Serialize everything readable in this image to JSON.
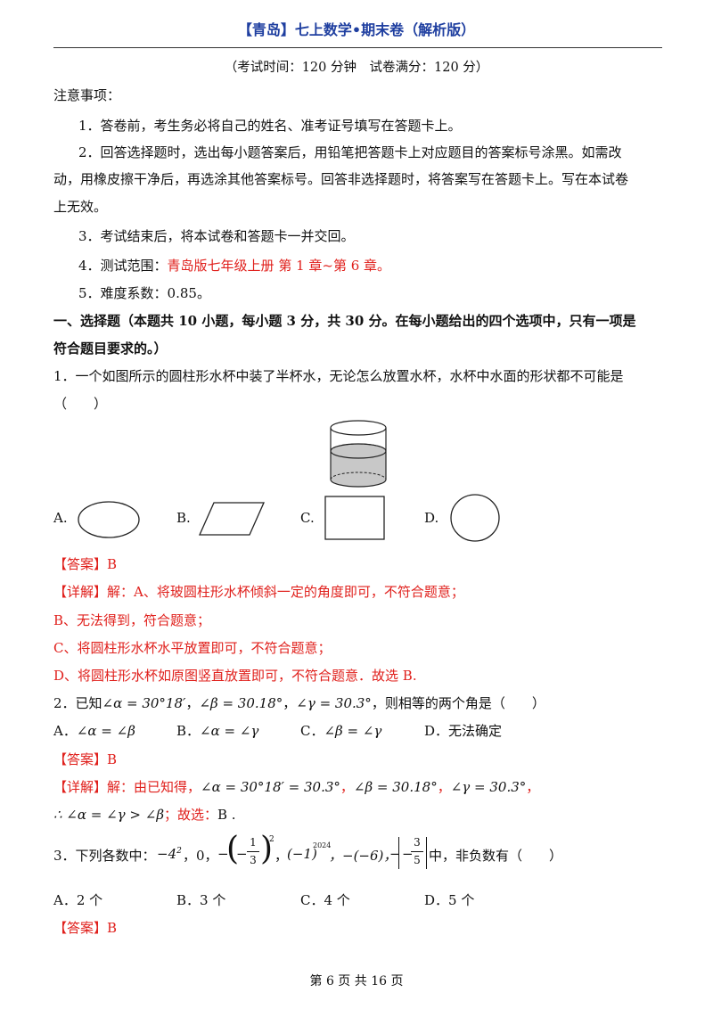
{
  "header": {
    "title": "【青岛】七上数学•期末卷（解析版）"
  },
  "exam_info": "（考试时间：120 分钟　试卷满分：120 分）",
  "notes": {
    "title": "注意事项：",
    "items": [
      "1．答卷前，考生务必将自己的姓名、准考证号填写在答题卡上。",
      "2．回答选择题时，选出每小题答案后，用铅笔把答题卡上对应题目的答案标号涂黑。如需改",
      "动，用橡皮擦干净后，再选涂其他答案标号。回答非选择题时，将答案写在答题卡上。写在本试卷",
      "上无效。",
      "3．考试结束后，将本试卷和答题卡一并交回。"
    ],
    "item4_prefix": "4．测试范围：",
    "item4_value": "青岛版七年级上册  第 1 章~第 6 章。",
    "item5": "5．难度系数：0.85。"
  },
  "section1": {
    "line1": "一、选择题（本题共 10 小题，每小题 3 分，共 30 分。在每小题给出的四个选项中，只有一项是",
    "line2": "符合题目要求的。）"
  },
  "q1": {
    "line1": "1．一个如图所示的圆柱形水杯中装了半杯水，无论怎么放置水杯，水杯中水面的形状都不可能是",
    "line2": "（　　）",
    "options": [
      "A.",
      "B.",
      "C.",
      "D."
    ],
    "answer": "【答案】B",
    "detail": [
      "【详解】解：A、将玻圆柱形水杯倾斜一定的角度即可，不符合题意；",
      "B、无法得到，符合题意；",
      "C、将圆柱形水杯水平放置即可，不符合题意；",
      "D、将圆柱形水杯如原图竖直放置即可，不符合题意．故选 B."
    ]
  },
  "q2": {
    "pre": "2．已知",
    "a": "∠α = 30°18′",
    "b": "∠β = 30.18°",
    "c": "∠γ = 30.3°",
    "post": "，则相等的两个角是（　　）",
    "optA": "A．",
    "optA_m": "∠α = ∠β",
    "optB": "B．",
    "optB_m": "∠α = ∠γ",
    "optC": "C．",
    "optC_m": "∠β = ∠γ",
    "optD": "D．无法确定",
    "answer": "【答案】B",
    "detail_pre": "【详解】解：由已知得，",
    "d1": "∠α = 30°18′ = 30.3°",
    "d2": "∠β = 30.18°",
    "d3": "∠γ = 30.3°",
    "concl": "∴ ∠α = ∠γ > ∠β",
    "concl_post": "；故选：",
    "concl_ans": "B ."
  },
  "q3": {
    "pre": "3．下列各数中：",
    "n1": "−4",
    "n1_exp": "2",
    "n2": "，0，",
    "n3_minus": "−",
    "frac1_num": "1",
    "frac1_den": "3",
    "n3_exp": "2",
    "n4": "(−1)",
    "n4_exp": "2024",
    "n5": "，−(−6)，",
    "n6_minus": "−",
    "frac2_num": "3",
    "frac2_den": "5",
    "post": "中，非负数有（　　）",
    "options": [
      "A．2 个",
      "B．3 个",
      "C．4 个",
      "D．5 个"
    ],
    "answer": "【答案】B"
  },
  "footer": "第  6  页  共  16  页"
}
